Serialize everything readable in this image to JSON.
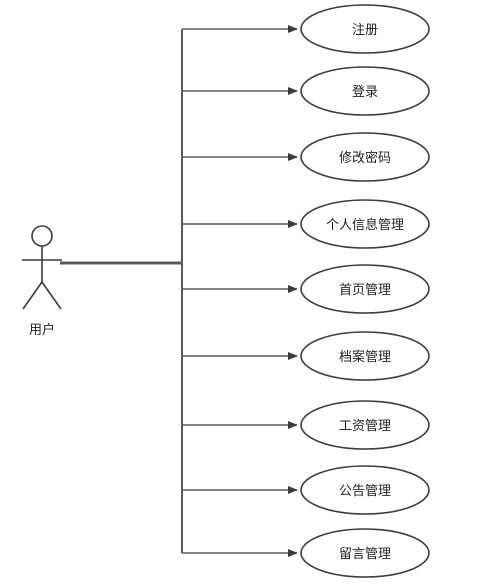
{
  "actor": {
    "label": "用户"
  },
  "use_cases": [
    {
      "label": "注册"
    },
    {
      "label": "登录"
    },
    {
      "label": "修改密码"
    },
    {
      "label": "个人信息管理"
    },
    {
      "label": "首页管理"
    },
    {
      "label": "档案管理"
    },
    {
      "label": "工资管理"
    },
    {
      "label": "公告管理"
    },
    {
      "label": "留言管理"
    }
  ],
  "colors": {
    "line": "#595959",
    "ellipse_stroke": "#3c3c3c",
    "background": "#ffffff",
    "text": "#222222"
  }
}
